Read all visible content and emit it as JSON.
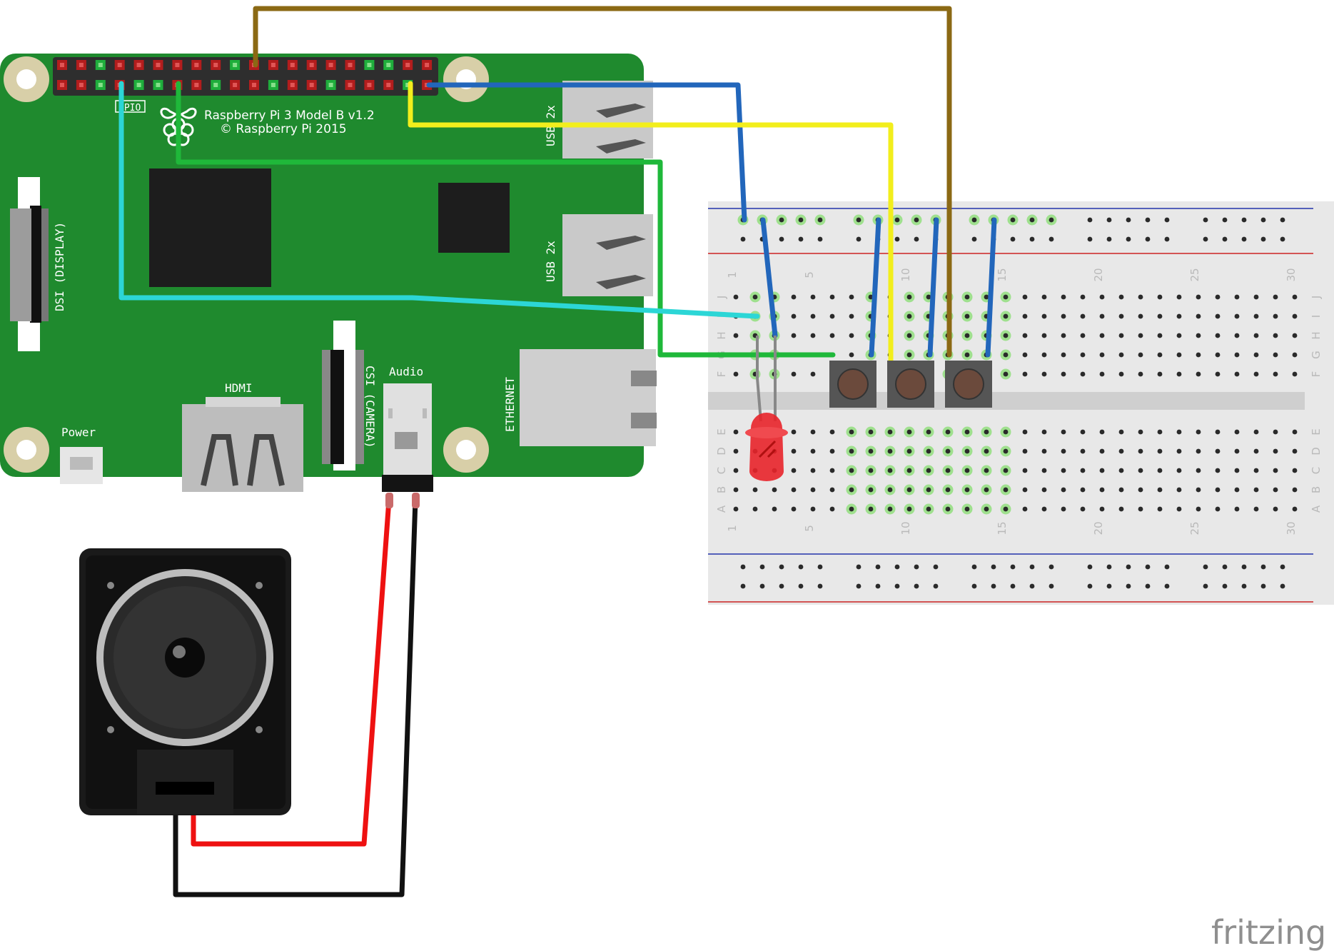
{
  "board": {
    "model": "Raspberry Pi 3 Model B v1.2",
    "copyright": "© Raspberry Pi 2015",
    "gpio_label": "GPIO",
    "dsi_label": "DSI (DISPLAY)",
    "csi_label": "CSI (CAMERA)",
    "hdmi_label": "HDMI",
    "power_label": "Power",
    "audio_label": "Audio",
    "ethernet_label": "ETHERNET",
    "usb_top_label": "USB 2x",
    "usb_bottom_label": "USB 2x"
  },
  "breadboard": {
    "rows_top": [
      "J",
      "I",
      "H",
      "G",
      "F"
    ],
    "rows_bottom": [
      "E",
      "D",
      "C",
      "B",
      "A"
    ],
    "column_numbers": [
      "1",
      "5",
      "10",
      "15",
      "20",
      "25",
      "30"
    ]
  },
  "wire_colors": {
    "brown": "#8b6914",
    "blue": "#2266bb",
    "yellow": "#f2ee1c",
    "green": "#1fb83a",
    "cyan": "#2cd6d6",
    "red": "#ee1111",
    "black": "#111111"
  },
  "components": {
    "led_color": "#e8242a",
    "button_cap_color": "#6b4a3c",
    "speaker_color": "#1a1a1a"
  },
  "logo": "fritzing"
}
